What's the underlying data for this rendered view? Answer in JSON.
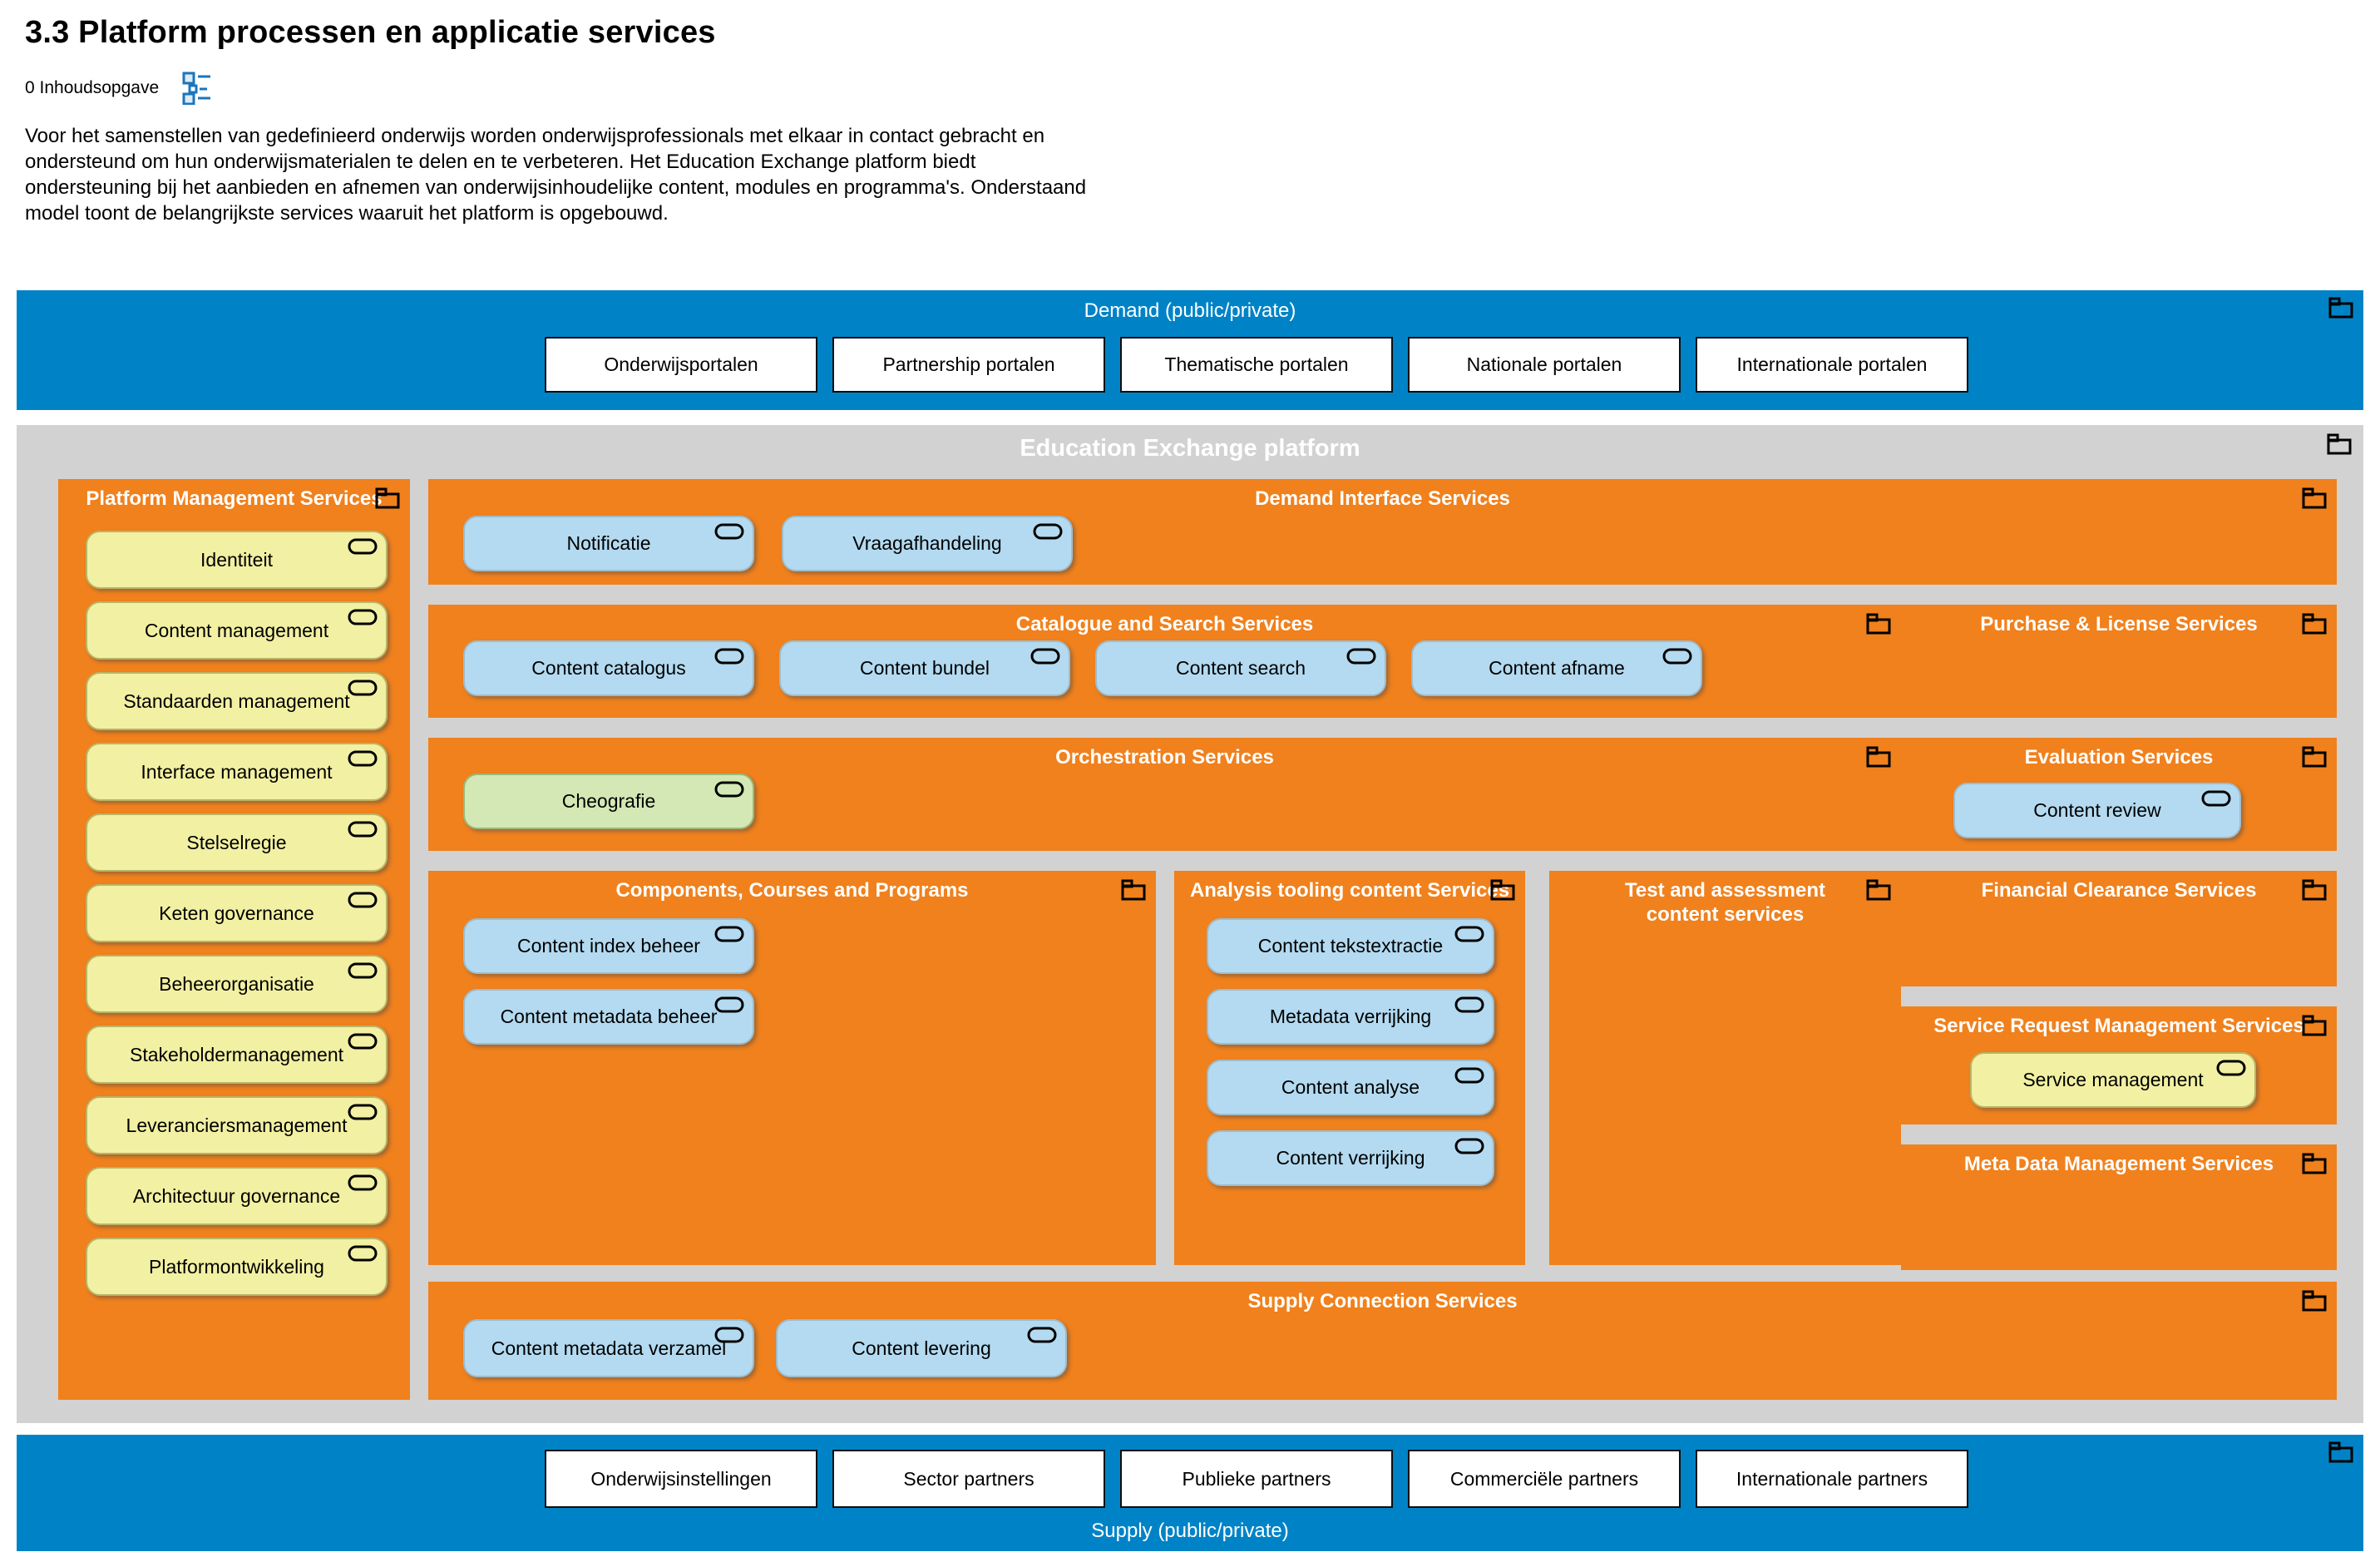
{
  "page": {
    "title": "3.3 Platform processen en applicatie services",
    "toc_label": "0 Inhoudsopgave",
    "intro": "Voor het samenstellen van gedefinieerd onderwijs worden onderwijsprofessionals met elkaar in contact gebracht en\nondersteund om hun onderwijsmaterialen te delen en te verbeteren. Het Education Exchange platform biedt\nondersteuning bij het aanbieden en afnemen van onderwijsinhoudelijke content, modules en programma's. Onderstaand\nmodel toont de belangrijkste services waaruit het platform is opgebouwd."
  },
  "colors": {
    "bar_blue": "#0083c6",
    "group_orange": "#f0811d",
    "platform_gray": "#d2d2d2",
    "service_yellow": "#f2f0a2",
    "service_blue": "#b3daf0",
    "service_green": "#d3e8b4",
    "toc_icon_blue": "#1c75bc"
  },
  "demand_bar": {
    "label": "Demand (public/private)",
    "portals": [
      "Onderwijsportalen",
      "Partnership portalen",
      "Thematische portalen",
      "Nationale portalen",
      "Internationale portalen"
    ]
  },
  "platform": {
    "title": "Education Exchange platform",
    "management": {
      "title": "Platform Management Services",
      "services": [
        "Identiteit",
        "Content management",
        "Standaarden management",
        "Interface management",
        "Stelselregie",
        "Keten governance",
        "Beheerorganisatie",
        "Stakeholdermanagement",
        "Leveranciersmanagement",
        "Architectuur governance",
        "Platformontwikkeling"
      ]
    },
    "groups": {
      "demand_interface": {
        "title": "Demand Interface Services",
        "services": [
          "Notificatie",
          "Vraagafhandeling"
        ]
      },
      "catalogue": {
        "title": "Catalogue and Search Services",
        "services": [
          "Content catalogus",
          "Content bundel",
          "Content search",
          "Content afname"
        ]
      },
      "purchase": {
        "title": "Purchase & License Services"
      },
      "orchestration": {
        "title": "Orchestration Services",
        "services": [
          "Cheografie"
        ]
      },
      "evaluation": {
        "title": "Evaluation Services",
        "services": [
          "Content review"
        ]
      },
      "components": {
        "title": "Components, Courses and Programs",
        "services": [
          "Content index beheer",
          "Content metadata beheer"
        ]
      },
      "analysis": {
        "title": "Analysis tooling content Services",
        "services": [
          "Content tekstextractie",
          "Metadata verrijking",
          "Content analyse",
          "Content verrijking"
        ]
      },
      "test": {
        "title": "Test and assessment content services"
      },
      "financial": {
        "title": "Financial Clearance Services"
      },
      "service_request": {
        "title": "Service Request Management Services",
        "services": [
          "Service management"
        ]
      },
      "metadata_mgmt": {
        "title": "Meta Data Management Services"
      },
      "supply_connection": {
        "title": "Supply Connection Services",
        "services": [
          "Content metadata verzamel",
          "Content levering"
        ]
      }
    }
  },
  "supply_bar": {
    "label": "Supply (public/private)",
    "partners": [
      "Onderwijsinstellingen",
      "Sector partners",
      "Publieke partners",
      "Commerciële partners",
      "Internationale partners"
    ]
  }
}
